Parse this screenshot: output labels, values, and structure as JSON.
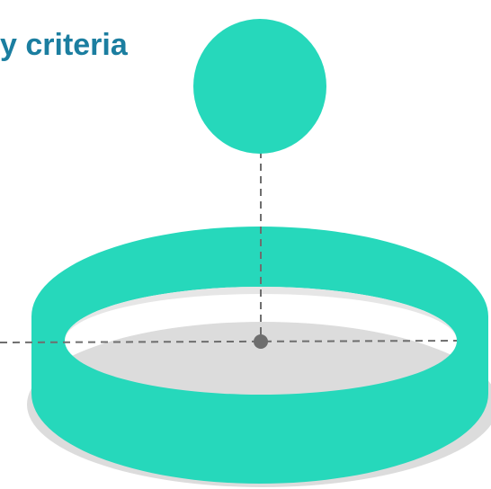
{
  "heading": {
    "text": "y criteria"
  },
  "colors": {
    "accent": "#26d8bb",
    "heading": "#1b7ea0",
    "shadow": "#dcdcdc",
    "guide": "#6e6e6e"
  },
  "icons": {
    "top_marker": "circle-marker",
    "center_point": "dot"
  }
}
